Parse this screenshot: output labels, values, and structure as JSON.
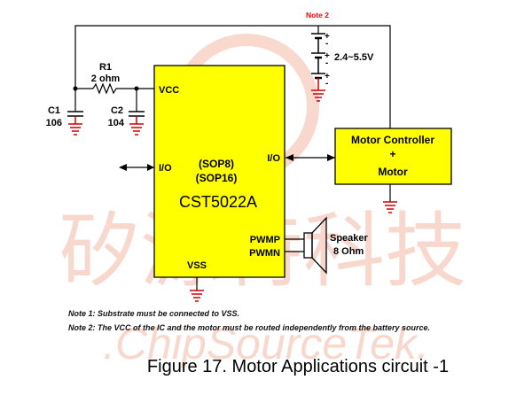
{
  "notes": {
    "note2_tag": "Note 2",
    "note1": "Note 1: Substrate must be connected to VSS.",
    "note2": "Note 2: The VCC of the IC and the motor must be routed independently from the battery source."
  },
  "battery": {
    "voltage": "2.4~5.5V",
    "plus": "+",
    "minus": "-"
  },
  "resistor": {
    "ref": "R1",
    "value": "2 ohm"
  },
  "capacitors": {
    "c1_ref": "C1",
    "c1_value": "106",
    "c2_ref": "C2",
    "c2_value": "104"
  },
  "ic": {
    "vcc_pin": "VCC",
    "io_left_pin": "I/O",
    "io_right_pin": "I/O",
    "package1": "(SOP8)",
    "package2": "(SOP16)",
    "part": "CST5022A",
    "pwmp_pin": "PWMP",
    "pwmn_pin": "PWMN",
    "vss_pin": "VSS"
  },
  "motor": {
    "line1": "Motor Controller",
    "line2": "+",
    "line3": "Motor"
  },
  "speaker": {
    "line1": "Speaker",
    "line2": "8 Ohm"
  },
  "caption": "Figure 17. Motor Applications circuit -1",
  "watermark": {
    "cn": "矽源特科技",
    "en": ".ChipSourceTek."
  },
  "colors": {
    "wire": "#000000",
    "ic_fill": "#ffff00",
    "ground": "#d00000",
    "note2_tag": "#ff0000",
    "watermark": "#f4b9a6"
  }
}
